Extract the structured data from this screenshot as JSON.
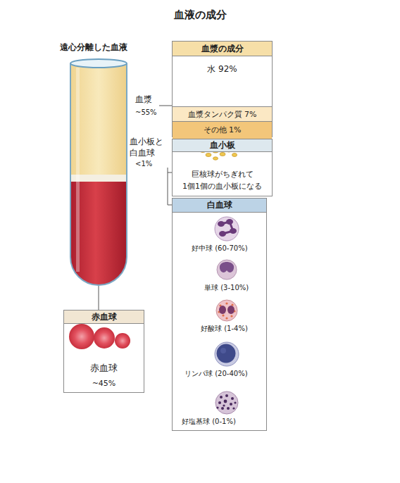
{
  "diagram": {
    "title": "血液の成分",
    "nodes": [
      {
        "text": [
          "血漿の成分",
          "水 92%"
        ]
      },
      {
        "text": [
          "血漿タンパク質 7%"
        ],
        "in": 0
      },
      {
        "text": [
          "その他 1%"
        ],
        "in": 0
      },
      {
        "text": [
          "血小板",
          "巨核球がちぎれて 1個1個の血小板になる"
        ]
      },
      {
        "text": [
          "白血球"
        ]
      },
      {
        "text": [
          "赤血球",
          "赤血球",
          "~45%"
        ]
      }
    ],
    "labels": [
      "遠心分離した血液",
      "血漿",
      "~55%",
      "血小板と 白血球",
      "<1%",
      "好中球 (60-70%)",
      "単球 (3-10%)",
      "好酸球 (1-4%)",
      "リンパ球 (20-40%)",
      "好塩基球 (0-1%)"
    ]
  }
}
